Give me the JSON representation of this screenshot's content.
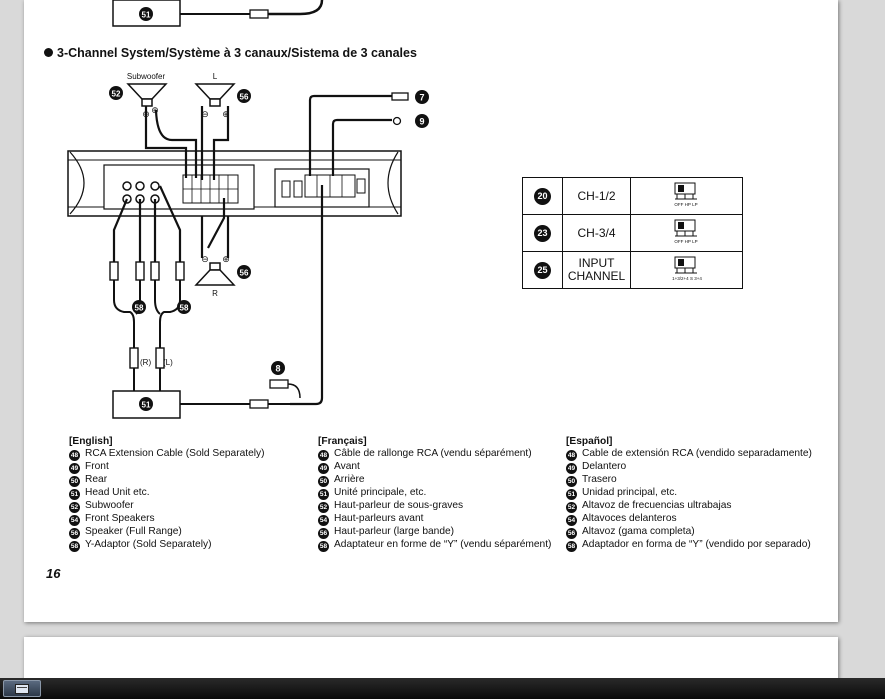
{
  "section_title": "3-Channel System/Système à 3 canaux/Sistema de 3 canales",
  "diagram_labels": {
    "subwoofer": "Subwoofer",
    "left": "L",
    "right": "R",
    "rca_right": "(R)",
    "rca_left": "(L)",
    "minus": "⊖",
    "plus": "⊕",
    "callouts": {
      "n7": "7",
      "n8": "8",
      "n9": "9",
      "n51_top": "51",
      "n51": "51",
      "n52": "52",
      "n56_top": "56",
      "n56_bottom": "56",
      "n58_left": "58",
      "n58_right": "58"
    }
  },
  "switch_table": [
    {
      "num": "20",
      "label": "CH-1/2",
      "switch_caption": "OFF  HP  LP"
    },
    {
      "num": "23",
      "label": "CH-3/4",
      "switch_caption": "OFF  HP  LP"
    },
    {
      "num": "25",
      "label": "INPUT CHANNEL",
      "switch_caption": "1+3/2+4  S  3+4"
    }
  ],
  "legend": [
    {
      "language": "[English]",
      "items": [
        {
          "num": "48",
          "text": "RCA Extension Cable (Sold Separately)"
        },
        {
          "num": "49",
          "text": "Front"
        },
        {
          "num": "50",
          "text": "Rear"
        },
        {
          "num": "51",
          "text": "Head Unit etc."
        },
        {
          "num": "52",
          "text": "Subwoofer"
        },
        {
          "num": "54",
          "text": "Front Speakers"
        },
        {
          "num": "56",
          "text": "Speaker (Full Range)"
        },
        {
          "num": "58",
          "text": "Y-Adaptor (Sold Separately)"
        }
      ]
    },
    {
      "language": "[Français]",
      "items": [
        {
          "num": "48",
          "text": "Câble de rallonge RCA (vendu séparément)"
        },
        {
          "num": "49",
          "text": "Avant"
        },
        {
          "num": "50",
          "text": "Arrière"
        },
        {
          "num": "51",
          "text": "Unité principale, etc."
        },
        {
          "num": "52",
          "text": "Haut-parleur de sous-graves"
        },
        {
          "num": "54",
          "text": "Haut-parleurs avant"
        },
        {
          "num": "56",
          "text": "Haut-parleur (large bande)"
        },
        {
          "num": "58",
          "text": "Adaptateur en forme de “Y” (vendu séparément)"
        }
      ]
    },
    {
      "language": "[Español]",
      "items": [
        {
          "num": "48",
          "text": "Cable de extensión RCA (vendido separadamente)"
        },
        {
          "num": "49",
          "text": "Delantero"
        },
        {
          "num": "50",
          "text": "Trasero"
        },
        {
          "num": "51",
          "text": "Unidad principal, etc."
        },
        {
          "num": "52",
          "text": "Altavoz de frecuencias ultrabajas"
        },
        {
          "num": "54",
          "text": "Altavoces delanteros"
        },
        {
          "num": "56",
          "text": "Altavoz (gama completa)"
        },
        {
          "num": "58",
          "text": "Adaptador en forma de “Y” (vendido por separado)"
        }
      ]
    }
  ],
  "page_number": "16"
}
